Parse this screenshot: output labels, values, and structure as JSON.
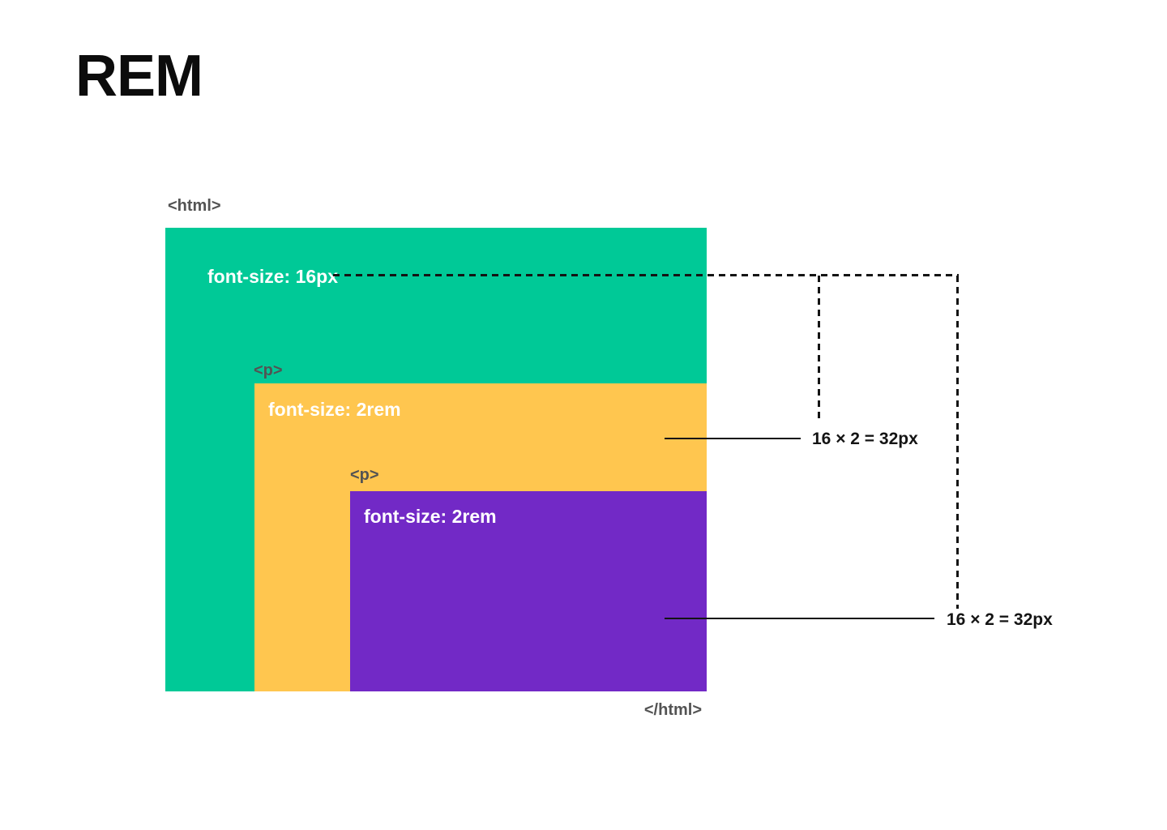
{
  "page": {
    "title": "REM",
    "background": "#FFFFFF"
  },
  "colors": {
    "green": "#00C997",
    "yellow": "#FFC64F",
    "purple": "#7229C6",
    "label_gray": "#535353",
    "line_black": "#141414",
    "box_text_white": "#FFFFFF",
    "title_black": "#0C0C0C"
  },
  "diagram": {
    "html_box": {
      "open_tag": "<html>",
      "close_tag": "</html>",
      "font_size_label": "font-size: 16px",
      "fill": "#00C997"
    },
    "p_box_outer": {
      "tag": "<p>",
      "font_size_label": "font-size: 2rem",
      "fill": "#FFC64F"
    },
    "p_box_inner": {
      "tag": "<p>",
      "font_size_label": "font-size: 2rem",
      "fill": "#7229C6"
    },
    "annotations": [
      {
        "label": "16 × 2 = 32px"
      },
      {
        "label": "16 × 2 = 32px"
      }
    ]
  }
}
